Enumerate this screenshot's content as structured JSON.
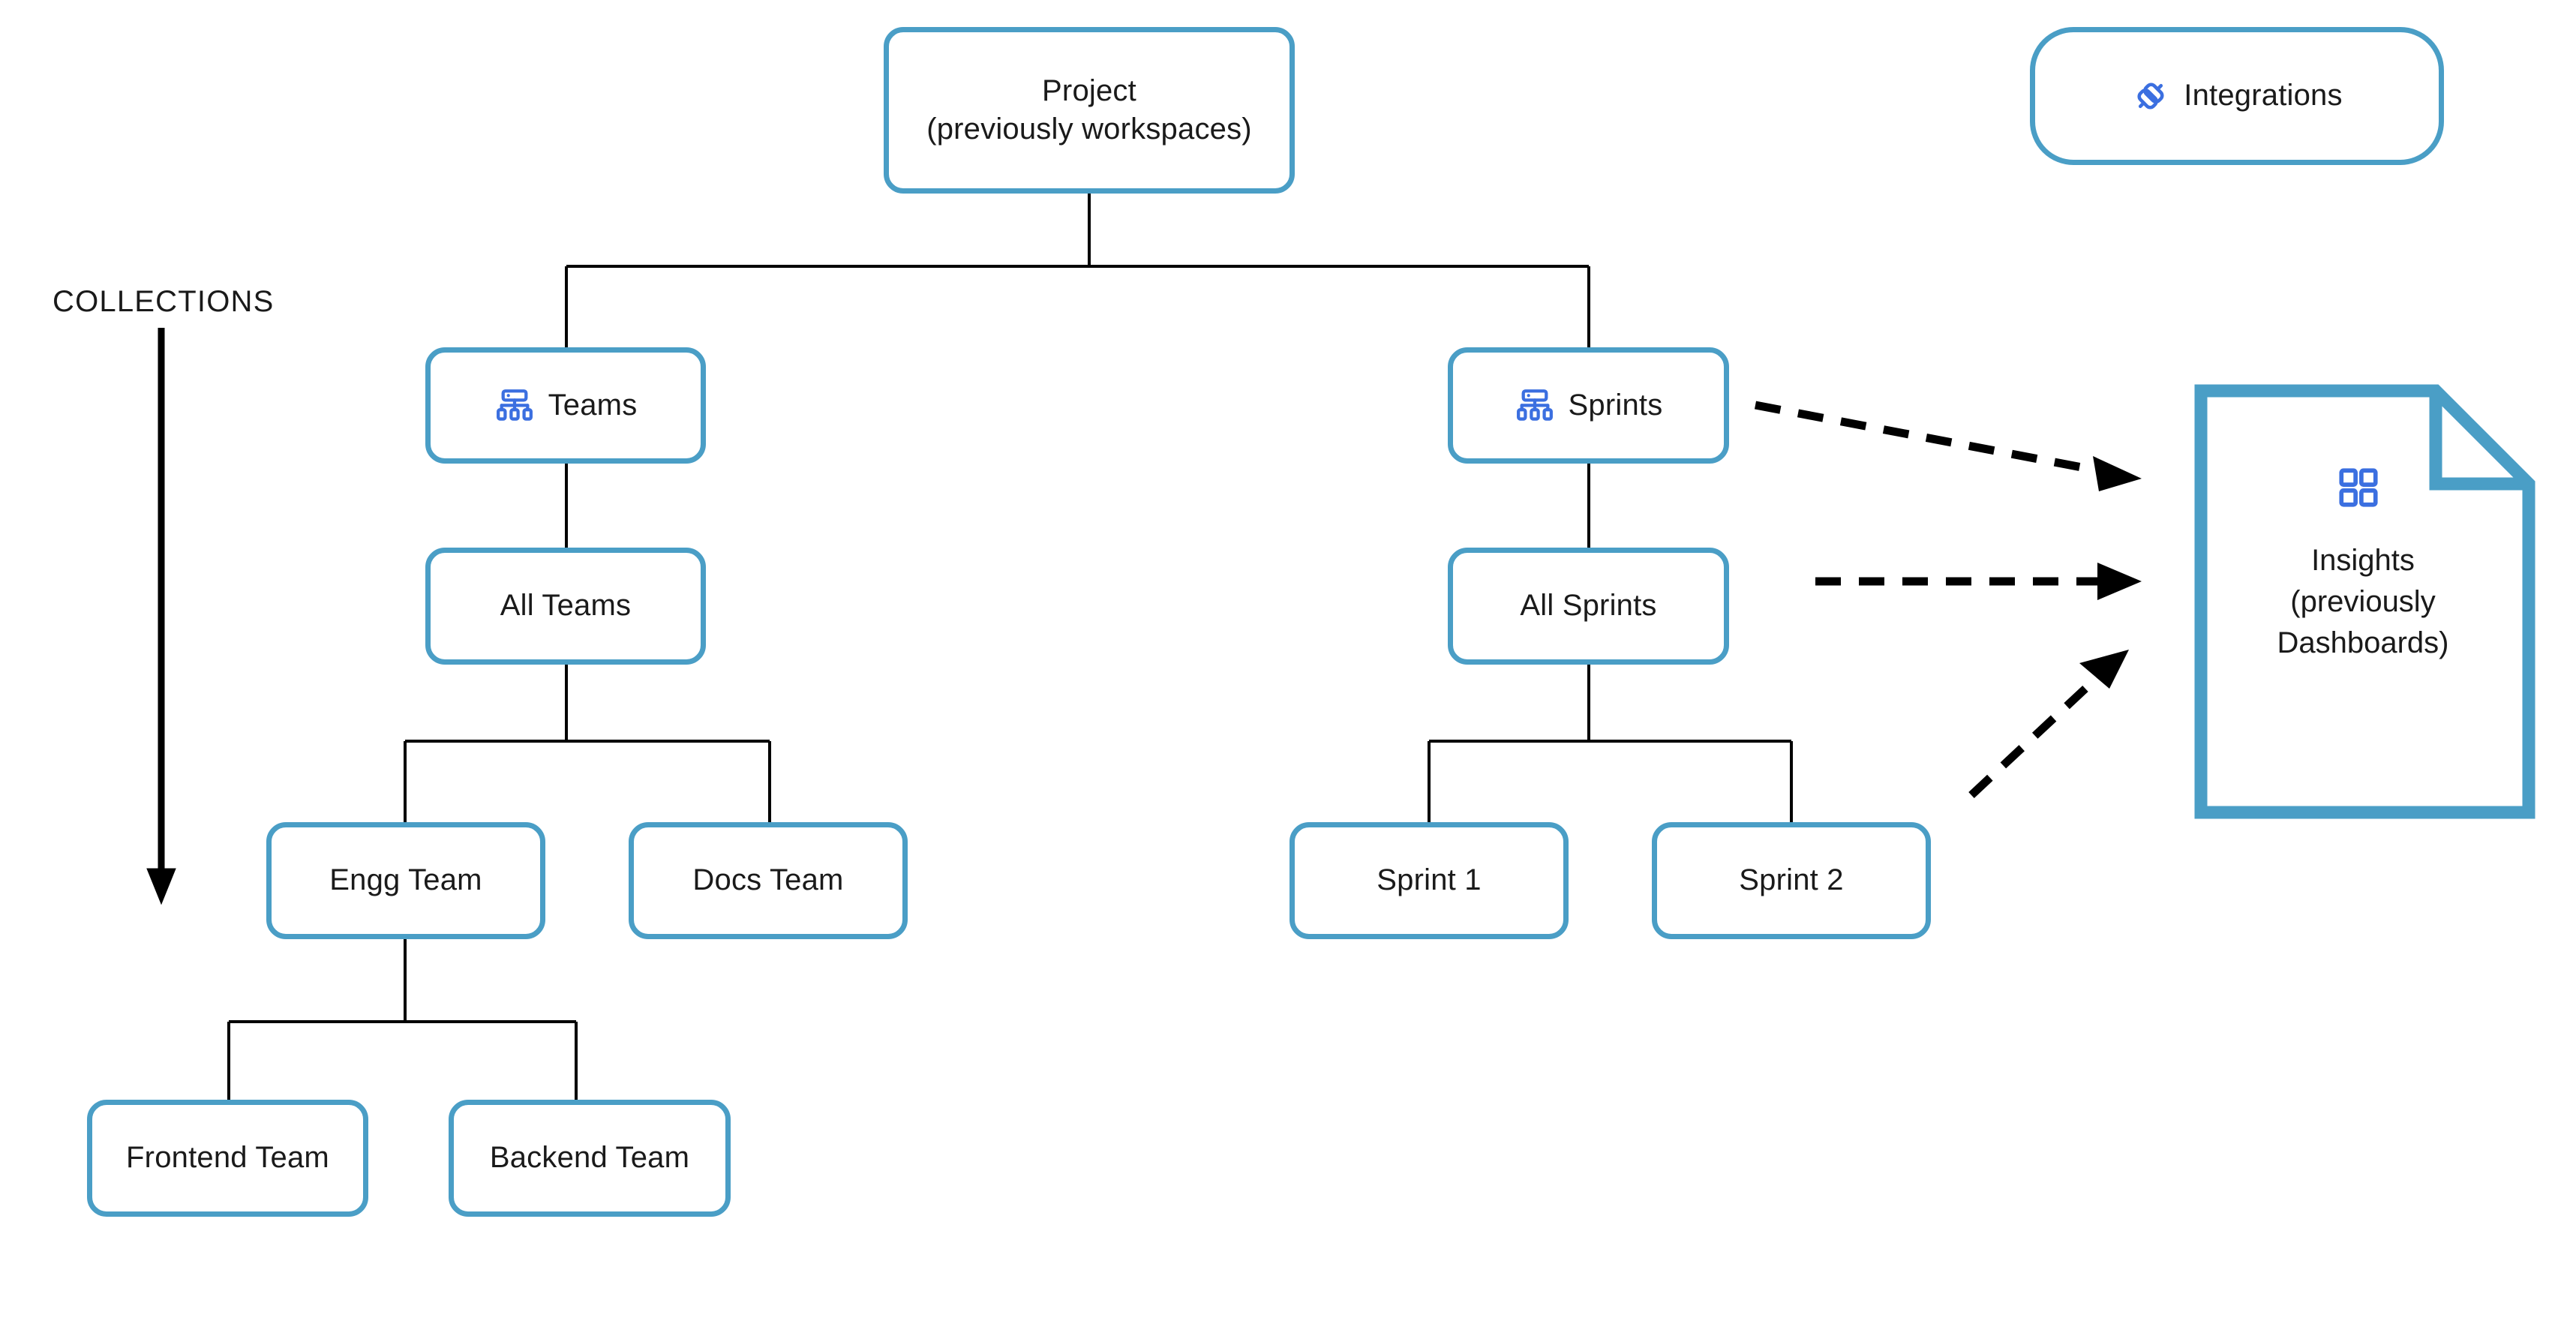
{
  "diagram": {
    "title": "Project hierarchy and collections overview",
    "accent_color": "#4a9ec6",
    "icon_color": "#3b6fe0",
    "line_color": "#000000",
    "background": "#ffffff"
  },
  "side_caption": {
    "text": "COLLECTIONS",
    "arrow_direction": "down"
  },
  "root": {
    "label": "Project\n(previously workspaces)"
  },
  "integrations": {
    "label": "Integrations",
    "icon": "plug-connector-icon"
  },
  "branches": [
    {
      "id": "teams",
      "label": "Teams",
      "icon": "hierarchy-icon",
      "child": {
        "label": "All Teams"
      },
      "grandchildren": [
        {
          "label": "Engg Team"
        },
        {
          "label": "Docs Team"
        }
      ],
      "great_grandchildren": [
        {
          "label": "Frontend Team"
        },
        {
          "label": "Backend Team"
        }
      ]
    },
    {
      "id": "sprints",
      "label": "Sprints",
      "icon": "hierarchy-icon",
      "child": {
        "label": "All Sprints"
      },
      "grandchildren": [
        {
          "label": "Sprint 1"
        },
        {
          "label": "Sprint 2"
        }
      ],
      "great_grandchildren": []
    }
  ],
  "insights": {
    "label": "Insights\n(previously\nDashboards)",
    "icon": "grid-dashboard-icon",
    "shape": "document-folded-corner"
  },
  "dashed_arrows": [
    {
      "from": "Sprints",
      "to": "Insights",
      "style": "dashed"
    },
    {
      "from": "All Sprints",
      "to": "Insights",
      "style": "dashed"
    },
    {
      "from": "Sprint 2 area",
      "to": "Insights",
      "style": "dashed"
    }
  ]
}
